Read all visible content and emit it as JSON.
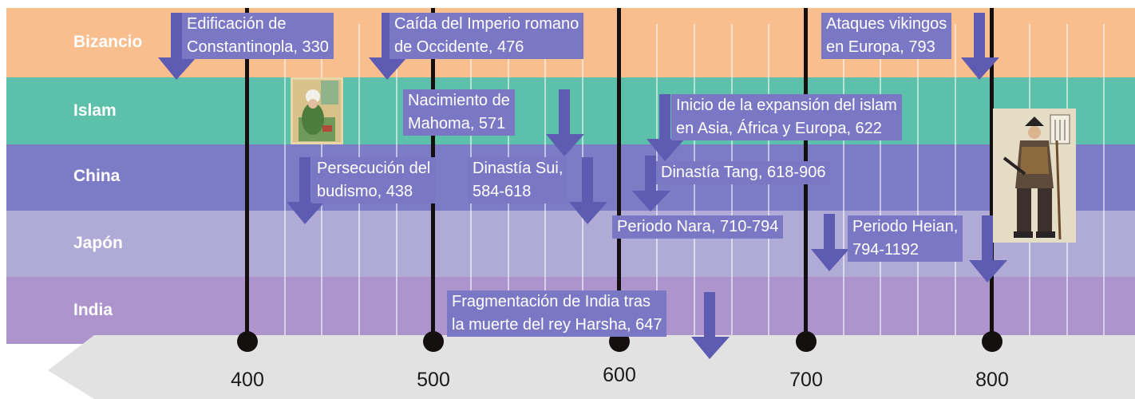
{
  "rows": [
    {
      "name": "Bizancio",
      "color": "#f8be8e"
    },
    {
      "name": "Islam",
      "color": "#5cc0aa"
    },
    {
      "name": "China",
      "color": "#7b7cc5"
    },
    {
      "name": "Japón",
      "color": "#afaad6"
    },
    {
      "name": "India",
      "color": "#ad94cd"
    }
  ],
  "axis": {
    "ticks": [
      "400",
      "500",
      "600",
      "700",
      "800"
    ],
    "color": "#e2e2e2"
  },
  "events": {
    "constantinopla": [
      "Edificación de",
      "Constantinopla, 330"
    ],
    "imperio_romano": [
      "Caída del Imperio romano",
      "de Occidente, 476"
    ],
    "vikingos": [
      "Ataques vikingos",
      "en Europa, 793"
    ],
    "mahoma": [
      "Nacimiento de",
      "Mahoma, 571"
    ],
    "expansion_islam": [
      "Inicio de la expansión del islam",
      "en Asia, África y Europa, 622"
    ],
    "budismo": [
      "Persecución del",
      "budismo, 438"
    ],
    "sui": [
      "Dinastía Sui,",
      "584-618"
    ],
    "tang": [
      "Dinastía Tang, 618-906"
    ],
    "nara": [
      "Periodo Nara, 710-794"
    ],
    "heian": [
      "Periodo Heian,",
      "794-1192"
    ],
    "india": [
      "Fragmentación de India tras",
      "la muerte del rey Harsha, 647"
    ]
  },
  "colors": {
    "event_box": "#7a78c4",
    "arrow": "#5d5cb2",
    "line": "#141010"
  },
  "images": {
    "persian_miniature": "persian-miniature-thumbnail",
    "samurai_print": "samurai-print-thumbnail"
  }
}
